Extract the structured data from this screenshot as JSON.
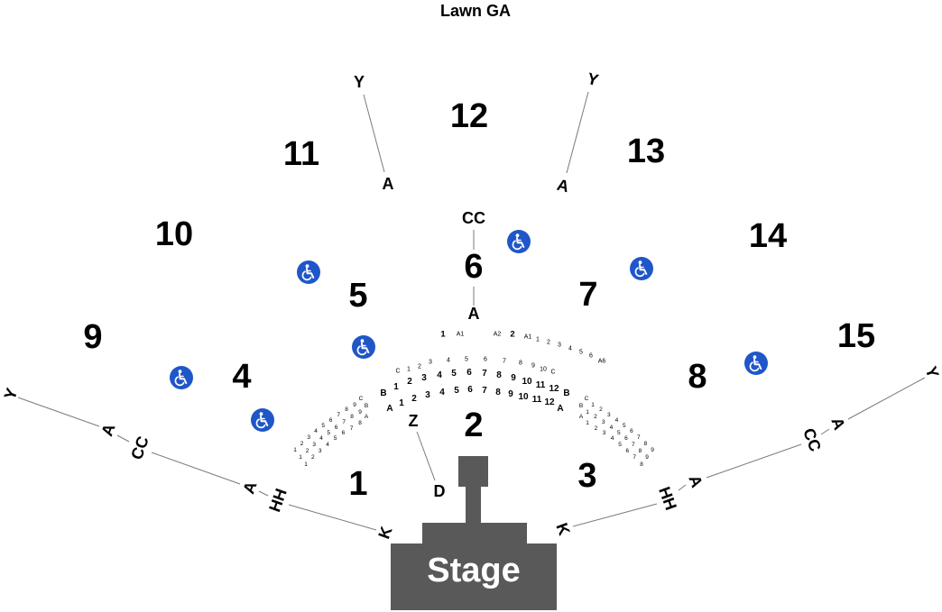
{
  "lawn": {
    "label": "Lawn GA"
  },
  "sections": [
    "1",
    "2",
    "3",
    "4",
    "5",
    "6",
    "7",
    "8",
    "9",
    "10",
    "11",
    "12",
    "13",
    "14",
    "15"
  ],
  "aisles": {
    "upper_left": {
      "top": "Y",
      "bottom": "A"
    },
    "upper_right": {
      "top": "Y",
      "bottom": "A"
    },
    "center": {
      "top": "CC",
      "bottom": "A"
    },
    "left_rail": [
      "Y",
      "A",
      "CC",
      "A",
      "HH",
      "K"
    ],
    "right_rail": [
      "Y",
      "A",
      "CC",
      "A",
      "HH",
      "K"
    ],
    "pit": {
      "top": "Z",
      "bottom": "D"
    }
  },
  "stage": {
    "label": "Stage"
  },
  "accessible_seating": {
    "icon": "wheelchair-icon"
  },
  "front_seating": {
    "box_row": [
      "1",
      "A1",
      "A2",
      "2",
      "A1",
      "1",
      "2",
      "3",
      "4",
      "5",
      "6",
      "A6"
    ],
    "row_c": [
      "C",
      "1",
      "2",
      "3",
      "4",
      "5",
      "6",
      "7",
      "8",
      "9",
      "10",
      "C"
    ],
    "row_b": [
      "B",
      "1",
      "2",
      "3",
      "4",
      "5",
      "6",
      "7",
      "8",
      "9",
      "10",
      "11",
      "12",
      "B"
    ],
    "row_a": [
      "A",
      "1",
      "2",
      "3",
      "4",
      "5",
      "6",
      "7",
      "8",
      "9",
      "10",
      "11",
      "12",
      "A"
    ],
    "left_wedge": [
      {
        "label": "C",
        "seats": [
          "1",
          "2",
          "3",
          "4",
          "5",
          "6",
          "7",
          "8",
          "9"
        ]
      },
      {
        "label": "B",
        "seats": [
          "1",
          "2",
          "3",
          "4",
          "5",
          "6",
          "7",
          "8",
          "9"
        ]
      },
      {
        "label": "A",
        "seats": [
          "1",
          "2",
          "3",
          "4",
          "5",
          "6",
          "7",
          "8"
        ]
      }
    ],
    "right_wedge": [
      {
        "label": "C",
        "seats": [
          "1",
          "2",
          "3",
          "4",
          "5",
          "6",
          "7",
          "8",
          "9"
        ]
      },
      {
        "label": "B",
        "seats": [
          "1",
          "2",
          "3",
          "4",
          "5",
          "6",
          "7",
          "8",
          "9"
        ]
      },
      {
        "label": "A",
        "seats": [
          "1",
          "2",
          "3",
          "4",
          "5",
          "6",
          "7",
          "8"
        ]
      }
    ]
  },
  "colors": {
    "stage": "#595959",
    "stage_text": "#ffffff",
    "accessible": "#1f56c8",
    "lines": "#7a7a7a",
    "text": "#000000"
  }
}
